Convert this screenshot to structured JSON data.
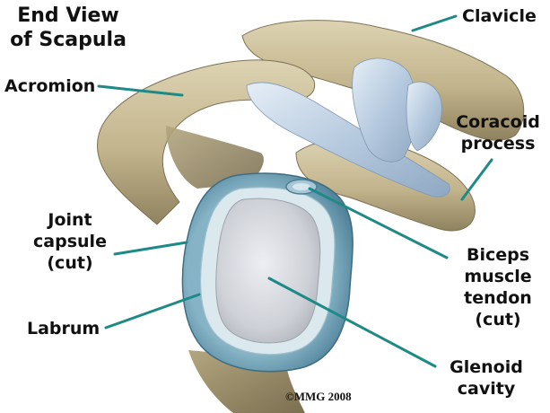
{
  "title": {
    "line1": "End View",
    "line2": "of Scapula"
  },
  "labels": {
    "clavicle": "Clavicle",
    "acromion": "Acromion",
    "coracoid": {
      "line1": "Coracoid",
      "line2": "process"
    },
    "joint_capsule": {
      "line1": "Joint",
      "line2": "capsule",
      "line3": "(cut)"
    },
    "labrum": "Labrum",
    "biceps": {
      "line1": "Biceps",
      "line2": "muscle",
      "line3": "tendon",
      "line4": "(cut)"
    },
    "glenoid": {
      "line1": "Glenoid",
      "line2": "cavity"
    }
  },
  "copyright": "©MMG 2008",
  "colors": {
    "leader": "#1d8a86",
    "bone": "#c9bc95",
    "bone_dark": "#8c7f5c",
    "ligament": "#b9cde0",
    "capsule": "#6a9db3",
    "labrum": "#d8e8ee",
    "cavity": "#cfd2d8"
  }
}
